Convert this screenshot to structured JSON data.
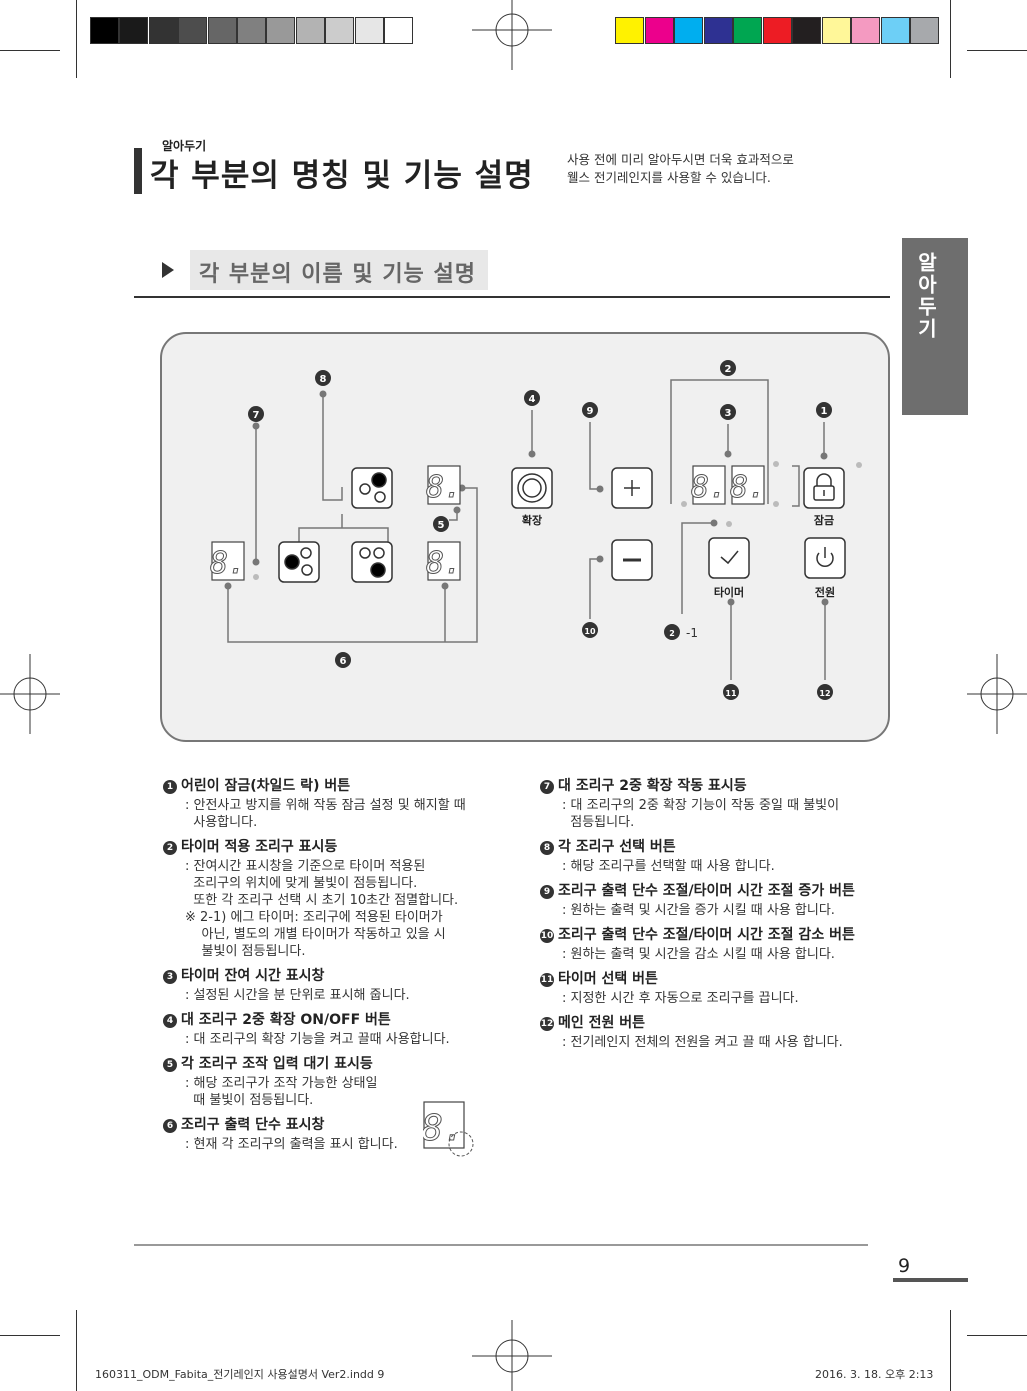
{
  "header": {
    "kicker": "알아두기",
    "title": "각 부분의 명칭 및 기능 설명",
    "intro_line1": "사용 전에 미리 알아두시면 더욱 효과적으로",
    "intro_line2": "웰스 전기레인지를 사용할 수 있습니다."
  },
  "side_tab": {
    "label": "알아두기"
  },
  "section": {
    "title": "각 부분의 이름 및 기능 설명"
  },
  "colors": {
    "grays": [
      "#000000",
      "#1a1a1a",
      "#333333",
      "#4d4d4d",
      "#666666",
      "#808080",
      "#999999",
      "#b3b3b3",
      "#cccccc",
      "#e6e6e6",
      "#ffffff"
    ],
    "process": [
      "#fff200",
      "#ec008c",
      "#00aeef",
      "#2e3192",
      "#00a651",
      "#ed1c24",
      "#231f20",
      "#fff799",
      "#f49ac1",
      "#6dcff6",
      "#a7a9ac"
    ]
  },
  "diagram": {
    "markers": [
      "1",
      "2",
      "3",
      "4",
      "5",
      "6",
      "7",
      "8",
      "9",
      "10",
      "11",
      "12",
      "2-1"
    ],
    "buttons": {
      "expand": "확장",
      "lock": "잠금",
      "timer": "타이머",
      "power": "전원"
    },
    "seg_char": "8."
  },
  "items_left": [
    {
      "num": "1",
      "title": "어린이 잠금(차일드 락) 버튼",
      "desc": [
        ": 안전사고 방지를 위해 작동 잠금 설정 및 해지할 때",
        "  사용합니다."
      ]
    },
    {
      "num": "2",
      "title": "타이머 적용 조리구 표시등",
      "desc": [
        ": 잔여시간 표시창을 기준으로 타이머 적용된",
        "  조리구의 위치에 맞게 불빛이 점등됩니다.",
        "  또한 각 조리구 선택 시 초기 10초간 점멸합니다.",
        "※ 2-1) 에그 타이머: 조리구에 적용된 타이머가",
        "    아닌, 별도의 개별 타이머가 작동하고 있을 시",
        "    불빛이 점등됩니다."
      ]
    },
    {
      "num": "3",
      "title": "타이머 잔여 시간 표시창",
      "desc": [
        ": 설정된 시간을 분 단위로 표시해 줍니다."
      ]
    },
    {
      "num": "4",
      "title": "대 조리구 2중 확장 ON/OFF 버튼",
      "desc": [
        ": 대 조리구의 확장 기능을 켜고 끌때 사용합니다."
      ]
    },
    {
      "num": "5",
      "title": "각 조리구 조작 입력 대기 표시등",
      "desc": [
        ": 해당 조리구가 조작 가능한 상태일",
        "  때 불빛이 점등됩니다."
      ]
    },
    {
      "num": "6",
      "title": "조리구 출력 단수 표시창",
      "desc": [
        ": 현재 각 조리구의 출력을 표시 합니다."
      ]
    }
  ],
  "items_right": [
    {
      "num": "7",
      "title": "대 조리구 2중 확장 작동 표시등",
      "desc": [
        ": 대 조리구의 2중 확장 기능이 작동 중일 때 불빛이",
        "  점등됩니다."
      ]
    },
    {
      "num": "8",
      "title": "각 조리구 선택 버튼",
      "desc": [
        ": 해당 조리구를 선택할 때 사용 합니다."
      ]
    },
    {
      "num": "9",
      "title": "조리구 출력 단수 조절/타이머 시간 조절 증가 버튼",
      "desc": [
        ": 원하는 출력 및 시간을 증가 시킬 때 사용 합니다."
      ]
    },
    {
      "num": "10",
      "title": "조리구 출력 단수 조절/타이머 시간 조절 감소 버튼",
      "desc": [
        ": 원하는 출력 및 시간을 감소 시킬 때 사용 합니다."
      ]
    },
    {
      "num": "11",
      "title": "타이머 선택 버튼",
      "desc": [
        ": 지정한 시간 후 자동으로 조리구를 끕니다."
      ]
    },
    {
      "num": "12",
      "title": "메인 전원 버튼",
      "desc": [
        ": 전기레인지 전체의 전원을 켜고 끌 때 사용 합니다."
      ]
    }
  ],
  "footer": {
    "page_number": "9",
    "slug_left": "160311_ODM_Fabita_전기레인지 사용설명서 Ver2.indd   9",
    "slug_right": "2016. 3. 18.   오후 2:13"
  }
}
